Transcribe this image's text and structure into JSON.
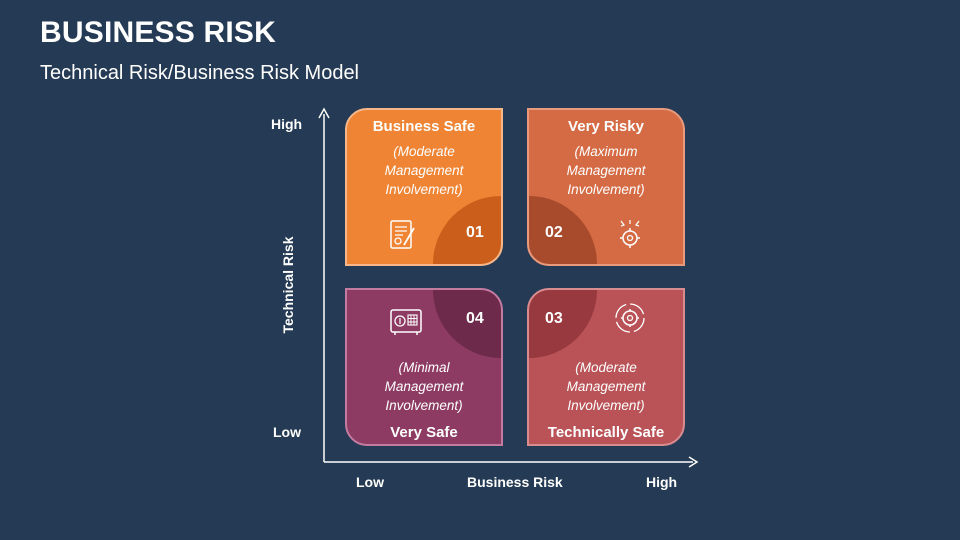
{
  "header": {
    "title": "BUSINESS RISK",
    "subtitle": "Technical Risk/Business Risk Model"
  },
  "axes": {
    "y_title": "Technical Risk",
    "y_high": "High",
    "y_low": "Low",
    "x_title": "Business Risk",
    "x_low": "Low",
    "x_high": "High"
  },
  "quadrants": [
    {
      "number": "01",
      "title": "Business Safe",
      "description": "(Moderate\nManagement\nInvolvement)",
      "icon": "contract-document-icon",
      "color": "#ee8434"
    },
    {
      "number": "02",
      "title": "Very Risky",
      "description": "(Maximum\nManagement\nInvolvement)",
      "icon": "risk-gear-icon",
      "color": "#d46b44"
    },
    {
      "number": "04",
      "title": "Very Safe",
      "description": "(Minimal\nManagement\nInvolvement)",
      "icon": "safe-vault-icon",
      "color": "#8d3b63"
    },
    {
      "number": "03",
      "title": "Technically Safe",
      "description": "(Moderate\nManagement\nInvolvement)",
      "icon": "settings-gear-icon",
      "color": "#b95357"
    }
  ]
}
